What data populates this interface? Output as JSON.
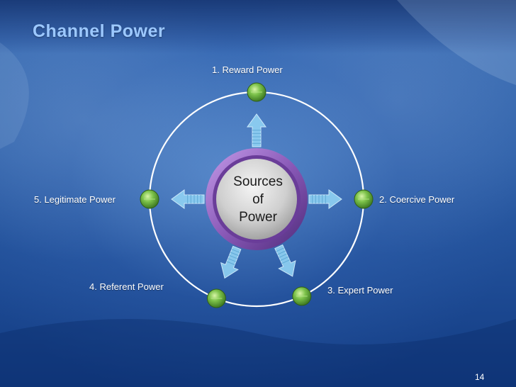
{
  "slide": {
    "title": "Channel Power",
    "page_number": "14"
  },
  "diagram": {
    "center": {
      "lines": [
        "Sources",
        "of",
        "Power"
      ]
    },
    "nodes": [
      {
        "label": "1. Reward Power"
      },
      {
        "label": "2. Coercive Power"
      },
      {
        "label": "3. Expert Power"
      },
      {
        "label": "4. Referent Power"
      },
      {
        "label": "5. Legitimate Power"
      }
    ]
  },
  "colors": {
    "title": "#9cc8ff",
    "arrow": "#8fd0f2",
    "node": "#6fae3c",
    "center_ring": "#8a5ab8"
  }
}
